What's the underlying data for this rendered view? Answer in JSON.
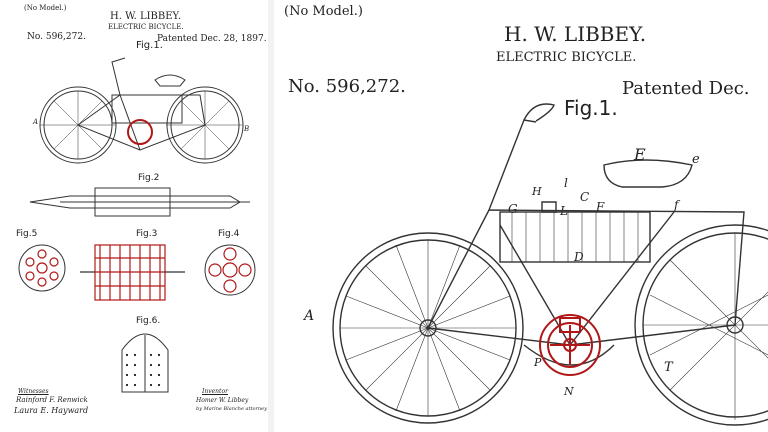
{
  "patent": {
    "model_note": "(No Model.)",
    "inventor": "H. W. LIBBEY.",
    "title": "ELECTRIC BICYCLE.",
    "number": "No. 596,272.",
    "date_full": "Patented Dec. 28, 1897.",
    "date_cropped": "Patented Dec."
  },
  "figures": {
    "fig1": "Fig.1.",
    "fig2": "Fig.2",
    "fig3": "Fig.3",
    "fig4": "Fig.4",
    "fig5": "Fig.5",
    "fig6": "Fig.6."
  },
  "signatures": {
    "witnesses": "Witnesses",
    "witness1": "Rainford F. Renwick",
    "witness2": "Laura E. Hayward",
    "inventor_label": "Inventor",
    "inventor_sig": "Homer W. Libbey",
    "attorney": "by Marine Blanche attorney"
  },
  "reference_letters": {
    "A": "A",
    "B": "B",
    "C": "C",
    "D": "D",
    "E": "E",
    "e": "e",
    "F": "F",
    "G": "G",
    "H": "H",
    "L": "L",
    "N": "N",
    "P": "P",
    "T": "T",
    "f": "f",
    "l": "l"
  },
  "colors": {
    "ink": "#333333",
    "highlight": "#b01818",
    "divider": "#f2f2f2"
  }
}
